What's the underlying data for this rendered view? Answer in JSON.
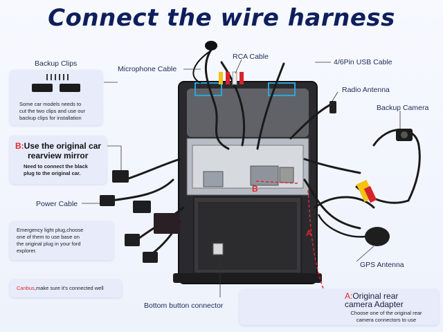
{
  "title": "Connect the wire harness",
  "labels": {
    "microphone": "Microphone Cable",
    "rca": "RCA Cable",
    "usb": "4/6Pin USB Cable",
    "radio_antenna": "Radio Antenna",
    "backup_camera": "Backup Camera",
    "power": "Power Cable",
    "gps": "GPS Antenna",
    "bottom_button": "Bottom button connector"
  },
  "backup_clips": {
    "title": "Backup Clips",
    "text_lines": [
      "Some car models needs to",
      "cut the two clips and use our",
      "backup clips for installation"
    ]
  },
  "rearview": {
    "prefix": "B:",
    "title_line1": "Use the original car",
    "title_line2": "rearview mirror",
    "text_lines": [
      "Need to connect the black",
      "plug to the original car."
    ]
  },
  "emergency": {
    "text_lines": [
      "Emergency light plug,choose",
      "one of them to use base on",
      "the original plug in your ford",
      "explorer."
    ]
  },
  "canbus": {
    "prefix": "Canbus",
    "text": ",make sure it's connected well"
  },
  "adapter": {
    "prefix": "A:",
    "title_line1": "Original rear",
    "title_line2": "camera Adapter",
    "text_lines": [
      "Choose one of the original rear",
      "camera connectors to use"
    ]
  },
  "markers": {
    "a": "A",
    "b": "B"
  },
  "colors": {
    "title": "#0f1f5c",
    "card": "#e7ebfa",
    "accent_red": "#e2262b",
    "cable": "#1a1a1a",
    "highlight": "#2aa7d6",
    "rca_yellow": "#f3c316",
    "rca_red": "#d8232a"
  }
}
